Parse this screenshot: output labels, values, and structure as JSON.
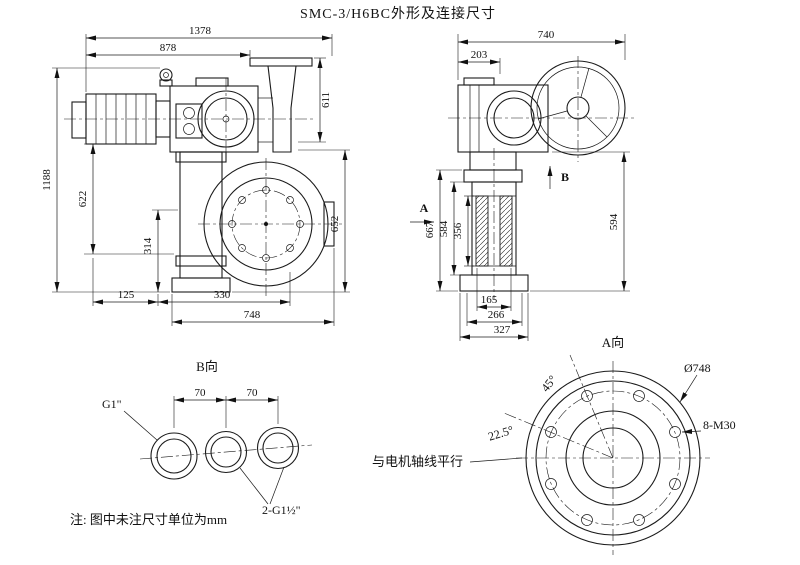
{
  "title": "SMC-3/H6BC外形及连接尺寸",
  "note": "注: 图中未注尺寸单位为mm",
  "front_view": {
    "dim_1378": "1378",
    "dim_878": "878",
    "dim_611": "611",
    "dim_1188": "1188",
    "dim_622": "622",
    "dim_652": "652",
    "dim_314": "314",
    "dim_125": "125",
    "dim_330": "330",
    "dim_748": "748"
  },
  "side_view": {
    "dim_740": "740",
    "dim_203": "203",
    "dim_594": "594",
    "dim_667": "667",
    "dim_584": "584",
    "dim_356": "356",
    "dim_165": "165",
    "dim_266": "266",
    "dim_327": "327",
    "label_a": "A",
    "label_b": "B"
  },
  "view_b": {
    "title": "B向",
    "dim_70_1": "70",
    "dim_70_2": "70",
    "label_g1": "G1\"",
    "label_2g15": "2-G1½\""
  },
  "view_a": {
    "title": "A向",
    "dim_d748": "Ø748",
    "label_bolts": "8-M30",
    "angle_45": "45°",
    "angle_225": "22.5°",
    "label_parallel": "与电机轴线平行"
  }
}
